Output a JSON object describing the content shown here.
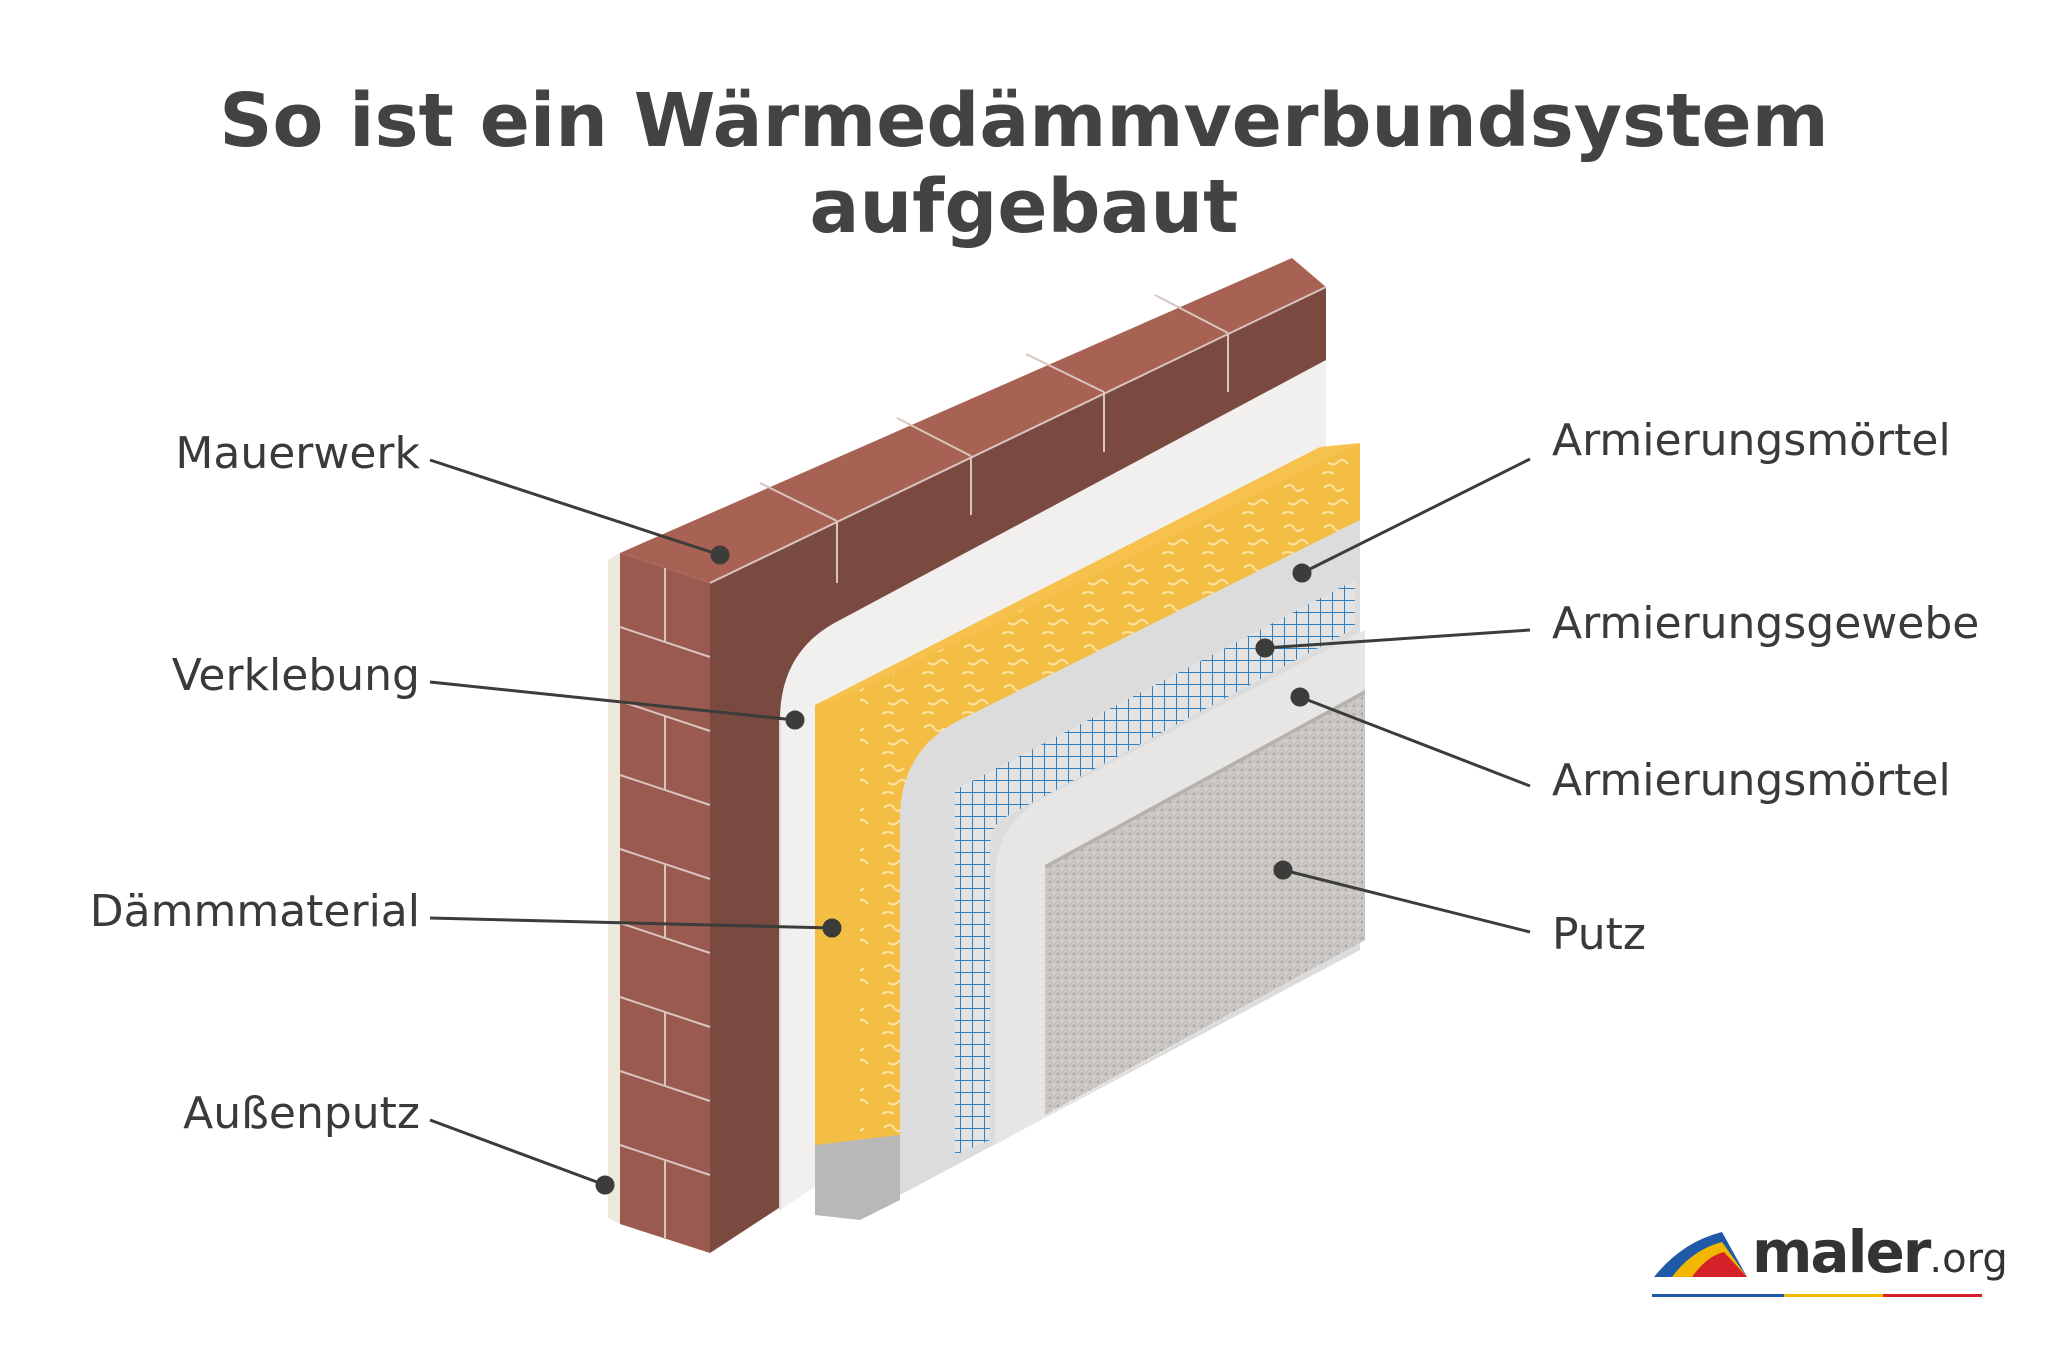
{
  "title": "So ist ein Wärmedämmverbundsystem aufgebaut",
  "labels_left": [
    {
      "id": "mauerwerk",
      "text": "Mauerwerk"
    },
    {
      "id": "verklebung",
      "text": "Verklebung"
    },
    {
      "id": "daemmmaterial",
      "text": "Dämmmaterial"
    },
    {
      "id": "aussenputz",
      "text": "Außenputz"
    }
  ],
  "labels_right": [
    {
      "id": "armierungsmoertel1",
      "text": "Armierungsmörtel"
    },
    {
      "id": "armierungsgewebe",
      "text": "Armierungsgewebe"
    },
    {
      "id": "armierungsmoertel2",
      "text": "Armierungsmörtel"
    },
    {
      "id": "putz",
      "text": "Putz"
    }
  ],
  "logo": {
    "name": "maler",
    "tld": ".org"
  },
  "colors": {
    "brick": "#9b5a4f",
    "brick_dark": "#7a4a40",
    "brick_top": "#a86253",
    "adhesive": "#f2f0ef",
    "insulation": "#f4bd43",
    "mortar": "#dcdcdc",
    "mesh": "#2f7fc1",
    "plaster": "#c9c6c3",
    "leader": "#3c3c3b"
  }
}
